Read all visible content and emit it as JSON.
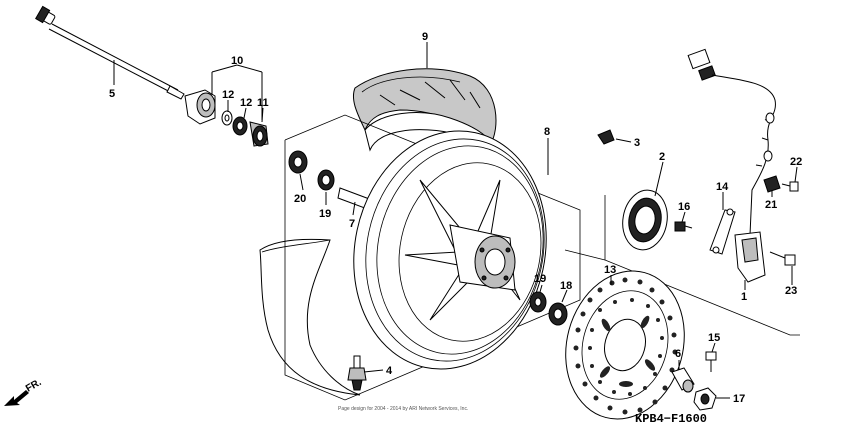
{
  "labels": {
    "p1": "1",
    "p2": "2",
    "p3": "3",
    "p4": "4",
    "p5": "5",
    "p6": "6",
    "p7": "7",
    "p8": "8",
    "p9": "9",
    "p10": "10",
    "p11": "11",
    "p12a": "12",
    "p12b": "12",
    "p13": "13",
    "p14": "14",
    "p15": "15",
    "p16": "16",
    "p17": "17",
    "p18": "18",
    "p19a": "19",
    "p19b": "19",
    "p20": "20",
    "p21": "21",
    "p22": "22",
    "p23": "23"
  },
  "diagram_code": "KPB4−F1600",
  "copyright": "Page design for 2004 - 2014 by ARI Network Services, Inc.",
  "direction_marker": "FR."
}
